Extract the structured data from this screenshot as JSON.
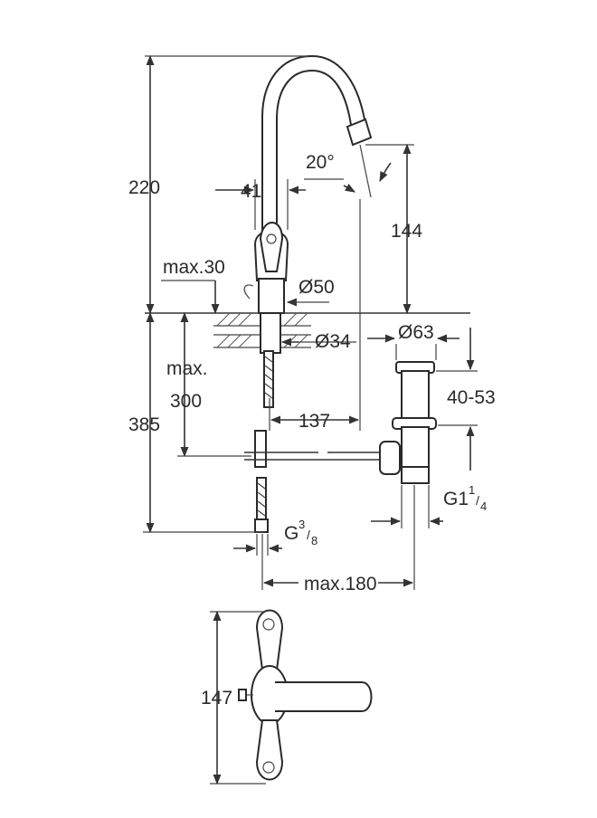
{
  "drawing": {
    "dimensions": {
      "height_spout": "220",
      "spout_tilt": "20°",
      "outlet_height": "144",
      "lever_width": "41",
      "max_deck": "max.30",
      "base_diameter": "Ø50",
      "shank_diameter": "Ø34",
      "waste_diameter": "Ø63",
      "waste_range": "40-53",
      "max_label": "max.",
      "hose_length": "300",
      "total_height": "385",
      "projection": "137",
      "supply_thread": "G",
      "supply_thread_num": "3",
      "supply_thread_den": "8",
      "waste_thread": "G1",
      "waste_thread_num": "1",
      "waste_thread_den": "4",
      "max_reach": "max.180",
      "top_view_length": "147"
    }
  }
}
